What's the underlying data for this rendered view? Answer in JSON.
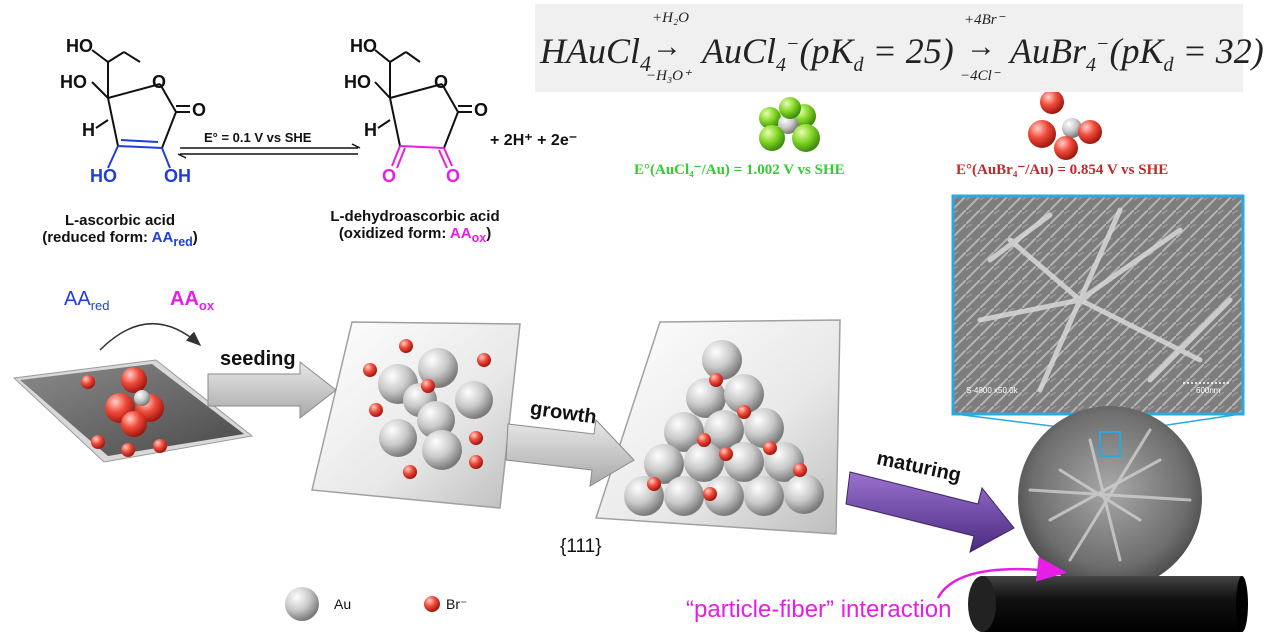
{
  "equation": {
    "reactant": "HAuCl",
    "reactant_sub": "4",
    "arrow1_top": "+H₂O",
    "arrow1_bottom": "−H₃O⁺",
    "species1": "AuCl",
    "species1_sub": "4",
    "species1_sup": "−",
    "pkd1": "(pK",
    "pkd1_sub": "d",
    "pkd1_val": " = 25)",
    "arrow2_top": "+4Br⁻",
    "arrow2_bottom": "−4Cl⁻",
    "species2": "AuBr",
    "species2_sub": "4",
    "species2_sup": "−",
    "pkd2": "(pK",
    "pkd2_sub": "d",
    "pkd2_val": " = 32)"
  },
  "potentials": {
    "aucl": "E°(AuCl₄⁻/Au) = 1.002 V vs SHE",
    "aubr": "E°(AuBr₄⁻/Au) = 0.854 V vs SHE",
    "aucl_color": "#33cc33",
    "aubr_color": "#c0282a"
  },
  "reaction": {
    "redox_arrow_label": "E° = 0.1 V vs SHE",
    "products_extra": "+ 2H⁺ + 2e⁻",
    "ascorbic_name": "L-ascorbic acid",
    "ascorbic_form": "(reduced form: ",
    "ascorbic_symbol": "AA",
    "ascorbic_sub": "red",
    "dehydro_name": "L-dehydroascorbic acid",
    "dehydro_form": "(oxidized form: ",
    "dehydro_symbol": "AA",
    "dehydro_sub": "ox",
    "close_paren": ")"
  },
  "atoms": {
    "HO": "HO",
    "H": "H",
    "O": "O",
    "OH": "OH"
  },
  "cycle": {
    "aa_red": "AA",
    "aa_red_sub": "red",
    "aa_ox": "AA",
    "aa_ox_sub": "ox"
  },
  "steps": {
    "seeding": "seeding",
    "growth": "growth",
    "maturing": "maturing",
    "facet": "{111}"
  },
  "sem": {
    "instrument": "S-4800 x50.0k",
    "scale": "600nm"
  },
  "legend": {
    "au": "Au",
    "br": "Br⁻"
  },
  "interaction": {
    "label": "“particle-fiber” interaction",
    "color": "#e61ee6"
  },
  "colors": {
    "ascorbic_blue": "#1f3fd6",
    "magenta": "#e61ee6",
    "arrow_grey": "#c8c8c8",
    "arrow_purple": "#6a3ea1",
    "sem_frame": "#29a9e0"
  }
}
